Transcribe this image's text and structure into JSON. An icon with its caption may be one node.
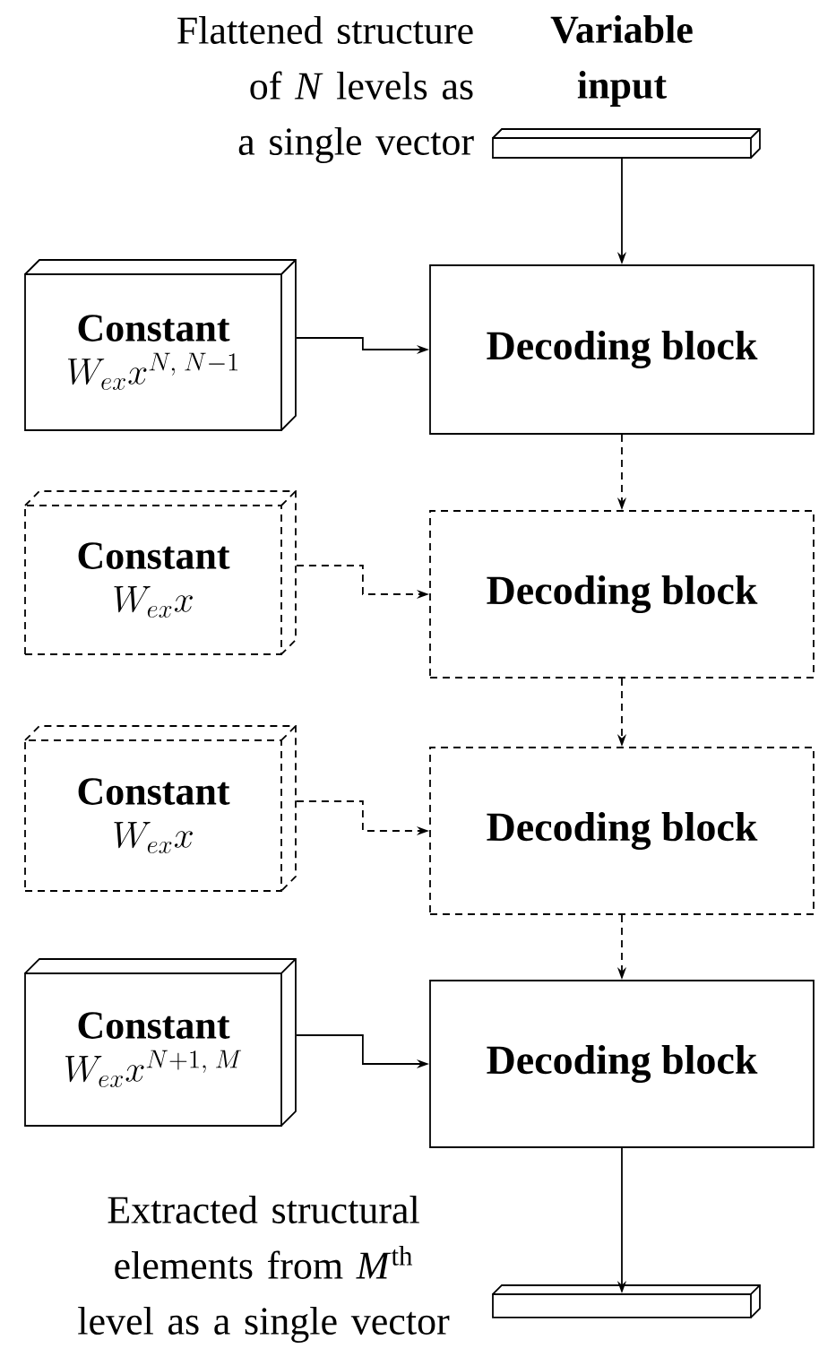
{
  "diagram": {
    "nodes": [
      {
        "text": [
          "Variable input"
        ],
        "beside": [
          "Flattened structure of *N* levels as a single vector"
        ]
      },
      {
        "text": [
          "Constant",
          "W_{ex}x^{N,\\;N-1}"
        ]
      },
      {
        "text": [
          "Decoding block"
        ]
      },
      {
        "text": [
          "Constant",
          "W_{ex}x"
        ]
      },
      {
        "text": [
          "Decoding block"
        ]
      },
      {
        "text": [
          "Constant",
          "W_{ex}x"
        ]
      },
      {
        "text": [
          "Decoding block"
        ]
      },
      {
        "text": [
          "Constant",
          "W_{ex}x^{N+1,\\;M}"
        ]
      },
      {
        "text": [
          "Decoding block"
        ]
      },
      {
        "text": [],
        "shape": "bar",
        "beside": [
          "Extracted structural elements from *M*$^{th}$ level as a single vector"
        ]
      }
    ],
    "edges": [
      {
        "from": 0,
        "to": 2,
        "arrow": "to"
      },
      {
        "from": 1,
        "to": 2,
        "arrow": "to"
      },
      {
        "from": 2,
        "to": 4,
        "arrow": "to",
        "style": "dashed"
      },
      {
        "from": 3,
        "to": 4,
        "arrow": "to",
        "style": "dashed"
      },
      {
        "from": 4,
        "to": 6,
        "arrow": "to",
        "style": "dashed"
      },
      {
        "from": 5,
        "to": 6,
        "arrow": "to",
        "style": "dashed"
      },
      {
        "from": 6,
        "to": 8,
        "arrow": "to",
        "style": "dashed"
      },
      {
        "from": 7,
        "to": 8,
        "arrow": "to"
      },
      {
        "from": 8,
        "to": 9,
        "arrow": "to"
      }
    ]
  }
}
